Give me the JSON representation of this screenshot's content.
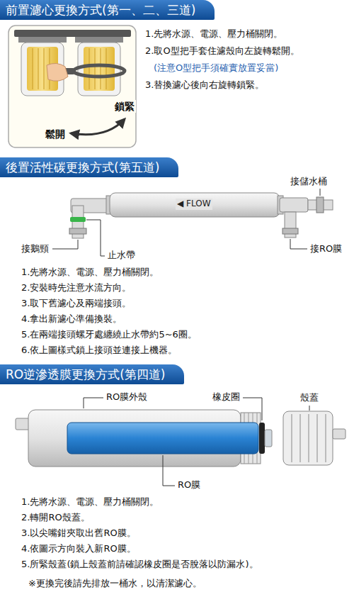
{
  "diagram": {
    "nodes": [
      {
        "text": [
          "前置濾心更換方式(第一、二、三道)"
        ]
      },
      {
        "text": [
          "後置活性碳更換方式(第五道)"
        ]
      },
      {
        "text": [
          "RO逆滲透膜更換方式(第四道)"
        ]
      }
    ],
    "labels": [
      "鎖緊",
      "鬆開",
      "1.先將水源、電源、壓力桶關閉。",
      "2.取O型把手套住濾殼向左旋轉鬆開。",
      "(注意O型把手須確實放置妥當)",
      "3.替換濾心後向右旋轉鎖緊。",
      "接儲水桶",
      "◀ FLOW",
      "接鵝頸",
      "止水帶",
      "接RO膜",
      "1.先將水源、電源、壓力桶關閉。",
      "2.安裝時先注意水流方向。",
      "3.取下舊濾心及兩端接頭。",
      "4.拿出新濾心準備換裝。",
      "5.在兩端接頭螺牙處纏繞止水帶約5~6圈。",
      "6.依上圖樣式鎖上接頭並連接上機器。",
      "RO膜外殼",
      "橡皮圈",
      "殼蓋",
      "RO膜",
      "1.先將水源、電源、壓力桶關閉。",
      "2.轉開RO殼蓋。",
      "3.以尖嘴鉗夾取出舊RO膜。",
      "4.依圖示方向裝入新RO膜。",
      "5.所緊殼蓋(鎖上殼蓋前請確認橡皮圈是否脫落以防漏水)。",
      "※更換完後請先排放一桶水，以清潔濾心。"
    ]
  }
}
